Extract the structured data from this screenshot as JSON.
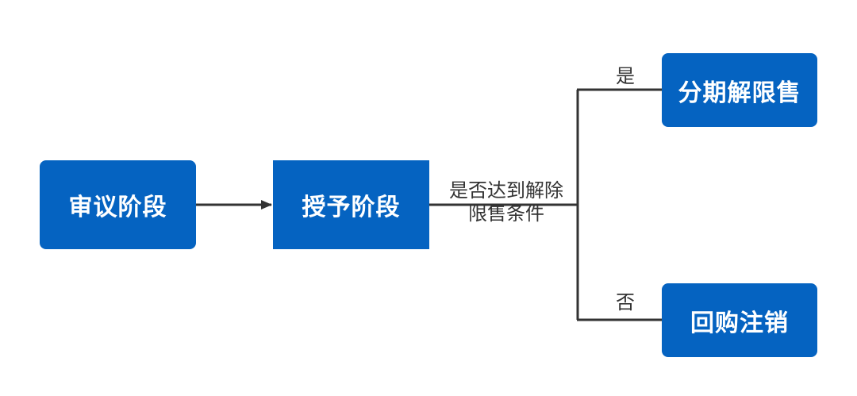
{
  "nodes": {
    "review": "审议阶段",
    "grant": "授予阶段",
    "unlock": "分期解限售",
    "buyback": "回购注销"
  },
  "condition": {
    "line1": "是否达到解除",
    "line2": "限售条件"
  },
  "branches": {
    "yes": "是",
    "no": "否"
  },
  "colors": {
    "node_fill": "#0563c1",
    "node_text": "#ffffff",
    "connector": "#333333",
    "label_text": "#333333"
  }
}
